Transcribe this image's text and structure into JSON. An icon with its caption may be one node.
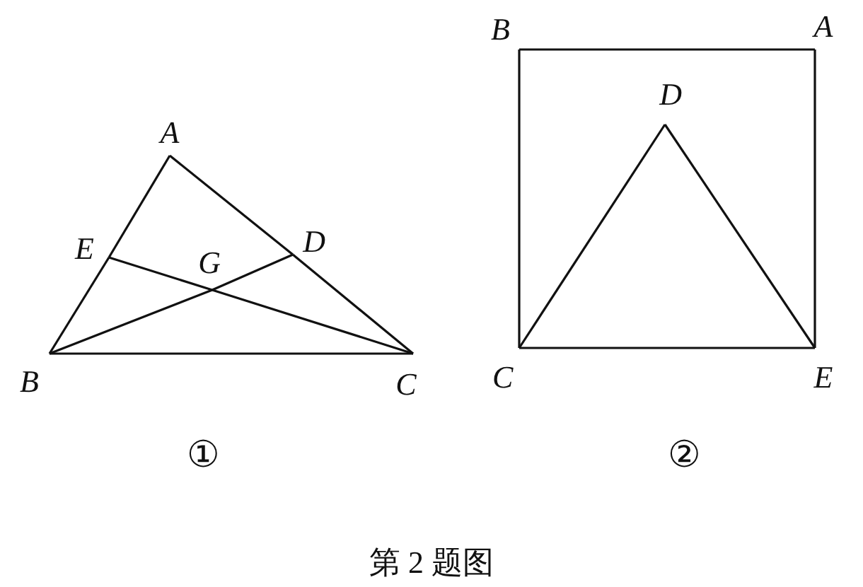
{
  "diagram": {
    "caption": "第 2 题图",
    "nodes": [
      {
        "text": [
          "A"
        ]
      },
      {
        "text": [
          "E"
        ]
      },
      {
        "text": [
          "G"
        ]
      },
      {
        "text": [
          "D"
        ]
      },
      {
        "text": [
          "B"
        ]
      },
      {
        "text": [
          "C"
        ]
      },
      {
        "text": [
          "B"
        ]
      },
      {
        "text": [
          "A"
        ]
      },
      {
        "text": [
          "D"
        ]
      },
      {
        "text": [
          "C"
        ]
      },
      {
        "text": [
          "E"
        ]
      }
    ],
    "edges": [
      {
        "from": 0,
        "to": 1,
        "arrow": "none"
      },
      {
        "from": 1,
        "to": 4,
        "arrow": "none"
      },
      {
        "from": 4,
        "to": 5,
        "arrow": "none"
      },
      {
        "from": 5,
        "to": 3,
        "arrow": "none"
      },
      {
        "from": 3,
        "to": 0,
        "arrow": "none"
      },
      {
        "from": 4,
        "to": 2,
        "arrow": "none"
      },
      {
        "from": 2,
        "to": 3,
        "arrow": "none"
      },
      {
        "from": 1,
        "to": 2,
        "arrow": "none"
      },
      {
        "from": 2,
        "to": 5,
        "arrow": "none"
      },
      {
        "from": 6,
        "to": 7,
        "arrow": "none"
      },
      {
        "from": 7,
        "to": 10,
        "arrow": "none"
      },
      {
        "from": 10,
        "to": 9,
        "arrow": "none"
      },
      {
        "from": 9,
        "to": 6,
        "arrow": "none"
      },
      {
        "from": 9,
        "to": 8,
        "arrow": "none"
      },
      {
        "from": 8,
        "to": 10,
        "arrow": "none"
      }
    ],
    "labels": [
      "①",
      "②"
    ]
  }
}
